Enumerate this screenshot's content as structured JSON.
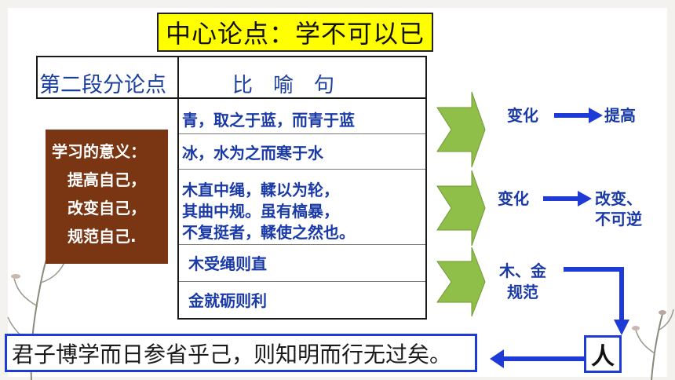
{
  "title": "中心论点：学不可以已",
  "table": {
    "col1_header": "第二段分论点",
    "col2_header": "比　喻　句",
    "meaning": {
      "heading": "学习的意义：",
      "items": [
        "提高自己，",
        "改变自己，",
        "规范自己."
      ]
    },
    "rows": [
      "青，取之于蓝，而青于蓝",
      "冰，水为之而寒于水",
      "木直中绳，輮以为轮，",
      "其曲中规。虽有槁暴，",
      "不复挺者，輮使之然也。",
      "木受绳则直",
      "金就砺则利"
    ]
  },
  "flow": {
    "a_from": "变化",
    "a_to": "提高",
    "b_from": "变化",
    "b_to_1": "改变、",
    "b_to_2": "不可逆",
    "c_from_1": "木、金",
    "c_from_2": "规范",
    "person": "人"
  },
  "conclusion": "君子博学而日参省乎己，则知明而行无过矣。",
  "colors": {
    "title_bg": "#ffff00",
    "meaning_bg": "#7a3512",
    "text_blue": "#1a3aa8",
    "arrow_blue": "#1f3bd6",
    "chevron_green": "#8fbf48"
  }
}
